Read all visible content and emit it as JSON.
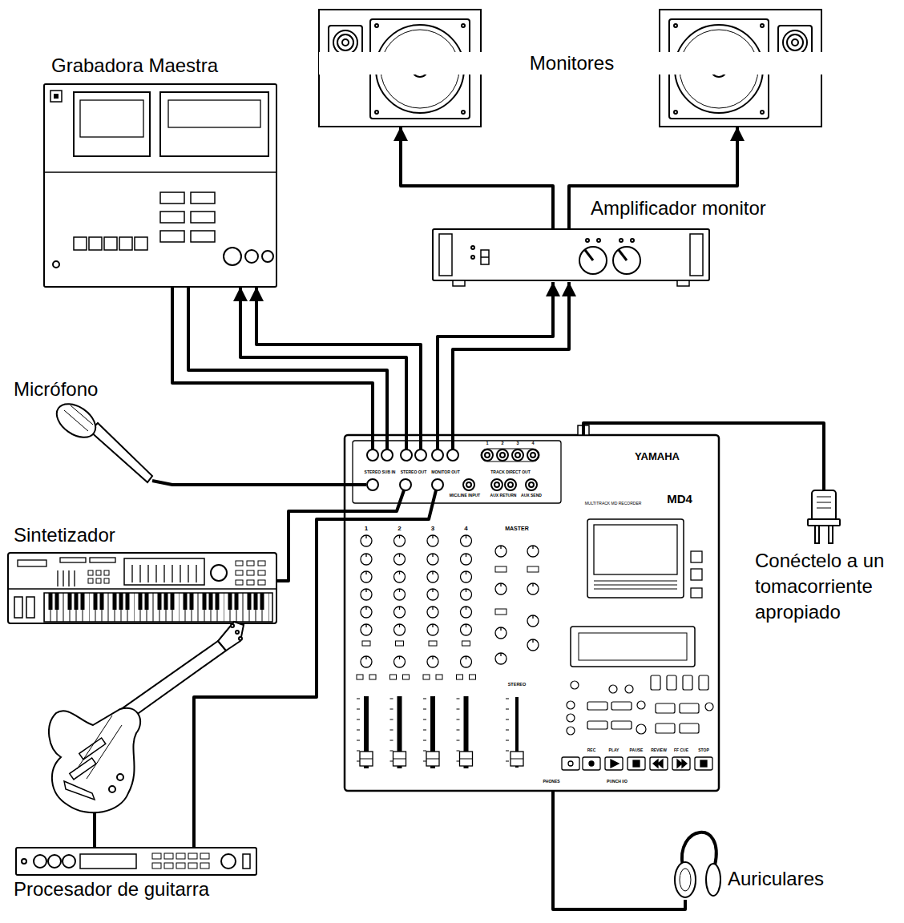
{
  "diagram": {
    "nodes": [
      {
        "text": [
          "Monitores"
        ]
      },
      {
        "text": [
          "Grabadora Maestra"
        ]
      },
      {
        "text": [
          "Amplificador monitor"
        ]
      },
      {
        "text": [
          "Micrófono"
        ]
      },
      {
        "text": [
          "YAMAHA",
          "MULTITRACK MD RECORDER",
          "MD4",
          "STEREO SUB IN",
          "STEREO OUT",
          "MONITOR OUT",
          "TRACK DIRECT OUT",
          "1",
          "2",
          "3",
          "4",
          "MIC/LINE INPUT",
          "AUX RETURN",
          "AUX SEND",
          "1",
          "2",
          "3",
          "4",
          "MASTER",
          "STEREO",
          "REC",
          "PLAY",
          "PAUSE",
          "REVIEW",
          "FF CUE",
          "STOP",
          "PHONES",
          "PUNCH I/O"
        ]
      },
      {
        "text": [
          "Conéctelo a un tomacorriente apropiado"
        ]
      },
      {
        "text": [
          "Sintetizador"
        ]
      },
      {
        "text": [
          "Procesador de guitarra"
        ]
      },
      {
        "text": [
          "Auriculares"
        ]
      }
    ],
    "edges": [
      {
        "from": 2,
        "to": 0,
        "arrow": "to"
      },
      {
        "from": 2,
        "to": 0,
        "arrow": "to"
      },
      {
        "from": 1,
        "to": 4,
        "arrow": "none"
      },
      {
        "from": 1,
        "to": 4,
        "arrow": "none"
      },
      {
        "from": 4,
        "to": 1,
        "arrow": "to"
      },
      {
        "from": 4,
        "to": 1,
        "arrow": "to"
      },
      {
        "from": 4,
        "to": 2,
        "arrow": "to"
      },
      {
        "from": 4,
        "to": 2,
        "arrow": "to"
      },
      {
        "from": 3,
        "to": 4,
        "arrow": "none"
      },
      {
        "from": 4,
        "to": 5,
        "arrow": "none"
      },
      {
        "from": 6,
        "to": 4,
        "arrow": "none"
      },
      {
        "from": 7,
        "to": 4,
        "arrow": "none"
      },
      {
        "from": 4,
        "to": 8,
        "arrow": "none"
      }
    ]
  }
}
